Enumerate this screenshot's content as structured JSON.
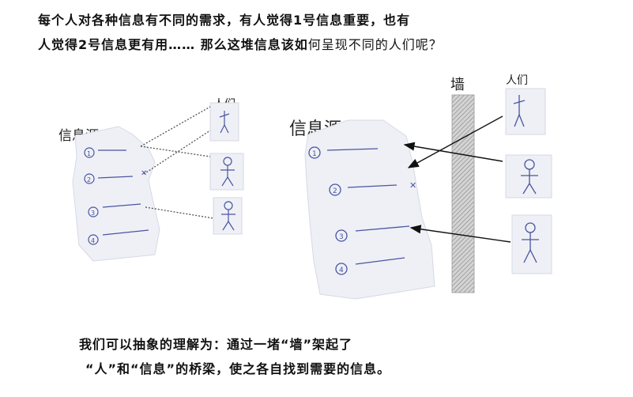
{
  "intro": {
    "line1": "每个人对各种信息有不同的需求，有人觉得1号信息重要，也有",
    "line2_bold": "人觉得2号信息更有用…… 那么这堆信息该如",
    "line2_tail": "何呈现不同的人们呢？"
  },
  "left_sketch": {
    "source_label": "信息源",
    "people_label": "人们",
    "circle_labels": [
      "1",
      "2",
      "3",
      "4"
    ]
  },
  "right_sketch": {
    "source_label": "信息源",
    "people_label": "人们",
    "wall_label": "墙",
    "circle_labels": [
      "1",
      "2",
      "3",
      "4"
    ]
  },
  "outro": {
    "line1": "我们可以抽象的理解为：通过一堵“墙”架起了",
    "line2": "“人”和“信息”的桥梁，使之各自找到需要的信息。"
  },
  "colors": {
    "paper": "#eef0f6",
    "ink": "#4a55a0",
    "wall": "#b9b9b9",
    "text": "#111111"
  }
}
